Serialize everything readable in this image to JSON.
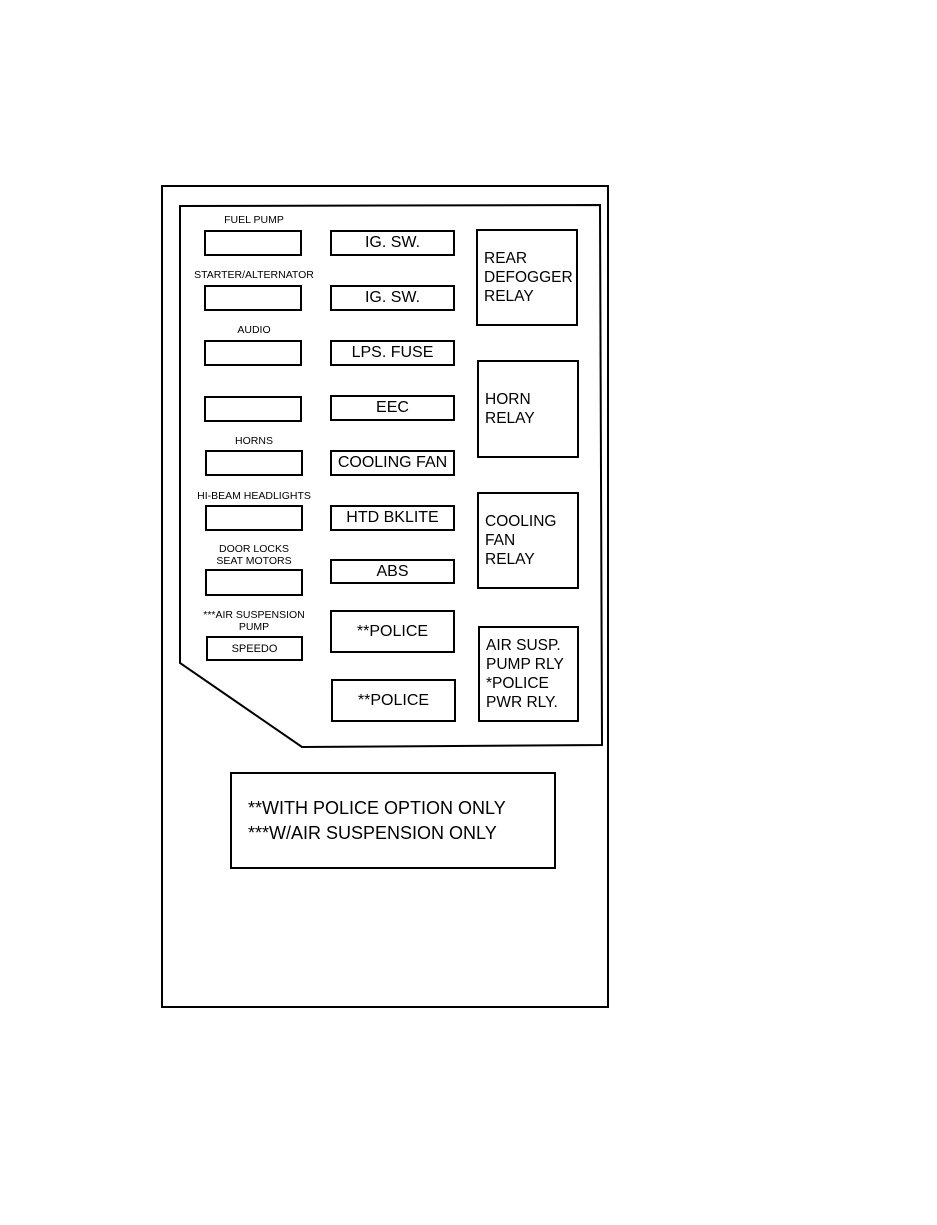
{
  "fuses_left": [
    {
      "label": "FUEL PUMP",
      "text": ""
    },
    {
      "label": "STARTER/ALTERNATOR",
      "text": ""
    },
    {
      "label": "AUDIO",
      "text": ""
    },
    {
      "label": "",
      "text": ""
    },
    {
      "label": "HORNS",
      "text": ""
    },
    {
      "label": "HI-BEAM HEADLIGHTS",
      "text": ""
    },
    {
      "label_lines": [
        "DOOR LOCKS",
        "SEAT MOTORS"
      ],
      "text": ""
    },
    {
      "label_lines": [
        "***AIR SUSPENSION",
        "PUMP"
      ],
      "text": "SPEEDO"
    }
  ],
  "fuses_middle": [
    "IG. SW.",
    "IG. SW.",
    "LPS. FUSE",
    "EEC",
    "COOLING FAN",
    "HTD BKLITE",
    "ABS",
    "**POLICE",
    "**POLICE"
  ],
  "relays": [
    {
      "lines": [
        "REAR",
        "DEFOGGER",
        "RELAY"
      ]
    },
    {
      "lines": [
        "HORN",
        "RELAY"
      ]
    },
    {
      "lines": [
        "COOLING",
        "FAN",
        "RELAY"
      ]
    },
    {
      "lines": [
        "AIR SUSP.",
        "PUMP RLY",
        "*POLICE",
        "PWR RLY."
      ]
    }
  ],
  "notes": [
    "**WITH POLICE OPTION ONLY",
    "***W/AIR SUSPENSION ONLY"
  ]
}
